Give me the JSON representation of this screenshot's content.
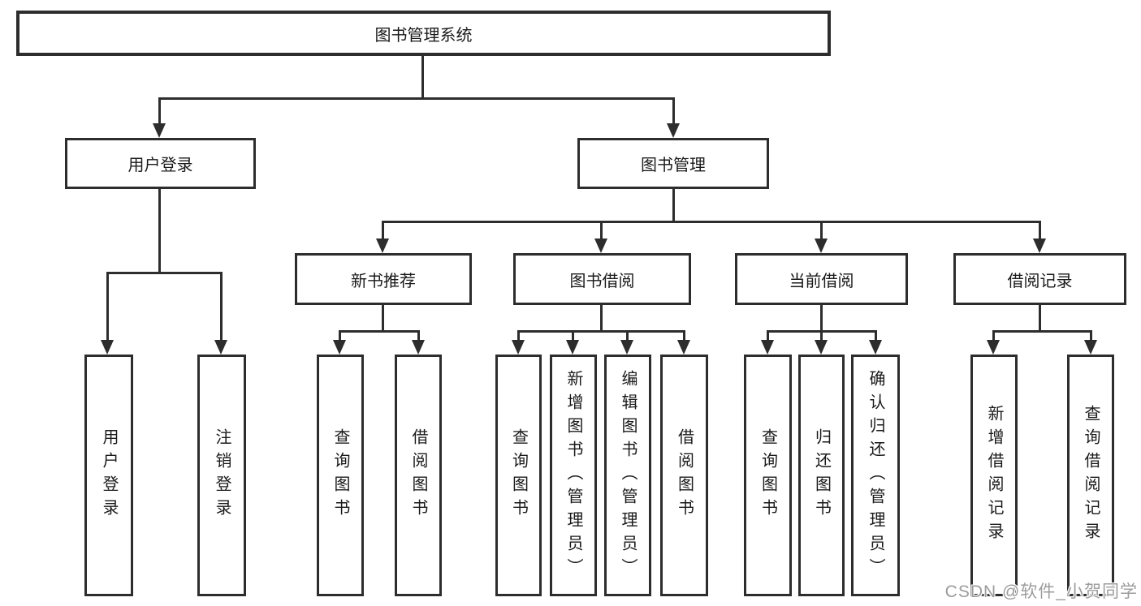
{
  "tree": {
    "root": {
      "label": "图书管理系统"
    },
    "level2": [
      {
        "label": "用户登录"
      },
      {
        "label": "图书管理"
      }
    ],
    "level3": [
      {
        "label": "新书推荐"
      },
      {
        "label": "图书借阅"
      },
      {
        "label": "当前借阅"
      },
      {
        "label": "借阅记录"
      }
    ],
    "leaves_user_login": [
      "用户登录",
      "注销登录"
    ],
    "leaves_new_books": [
      "查询图书",
      "借阅图书"
    ],
    "leaves_book_borrow": [
      "查询图书",
      "新增图书（管理员）",
      "编辑图书（管理员）",
      "借阅图书"
    ],
    "leaves_current_borrow": [
      "查询图书",
      "归还图书",
      "确认归还（管理员）"
    ],
    "leaves_borrow_records": [
      "新增借阅记录",
      "查询借阅记录"
    ]
  },
  "watermark": {
    "text": "CSDN @软件_小贺同学"
  },
  "colors": {
    "background": "#ffffff",
    "line": "#2d2d2d",
    "box_border": "#2d2d2d",
    "text": "#1a1a1a",
    "watermark": "#9c9c9c"
  }
}
